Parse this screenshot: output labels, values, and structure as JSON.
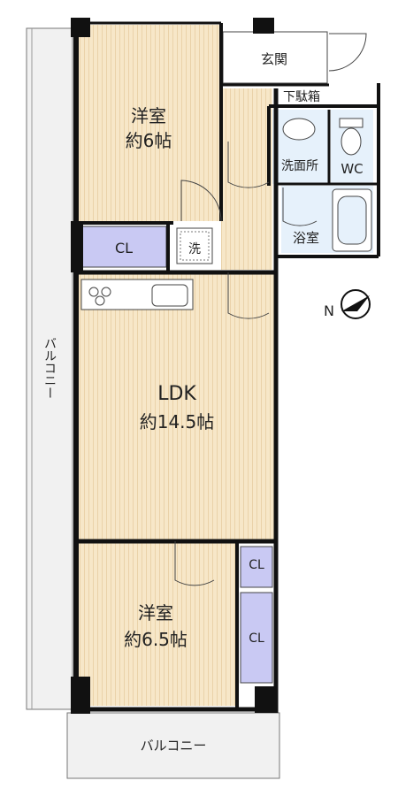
{
  "rooms": {
    "western1": {
      "name": "洋室",
      "size": "約6帖"
    },
    "western2": {
      "name": "洋室",
      "size": "約6.5帖"
    },
    "ldk": {
      "name": "LDK",
      "size": "約14.5帖"
    },
    "entrance": "玄関",
    "shoe_box": "下駄箱",
    "washroom": "洗面所",
    "wc": "WC",
    "bath": "浴室",
    "washer": "洗",
    "closet1": "CL",
    "closet2": "CL",
    "closet3": "CL"
  },
  "balcony_side": "バルコニー",
  "balcony_bottom": "バルコニー",
  "compass": "N",
  "colors": {
    "floor": "#f7e7c8",
    "closet": "#c9c9f3",
    "wet": "#e6f1fb",
    "balcony": "#f1f1f1",
    "wall": "#111111"
  }
}
